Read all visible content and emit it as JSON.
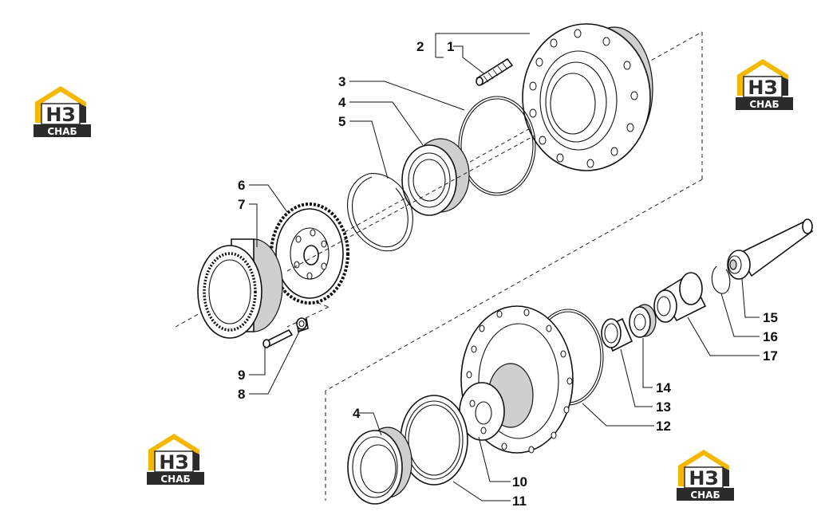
{
  "logo": {
    "mark": "НЗ",
    "caption": "СНАБ",
    "colors": {
      "accent": "#F5B800",
      "dark": "#2b2b2b",
      "plate": "#ffffff"
    }
  },
  "callouts": [
    "1",
    "2",
    "3",
    "4",
    "5",
    "6",
    "7",
    "8",
    "9",
    "10",
    "11",
    "12",
    "13",
    "14",
    "15",
    "16",
    "17",
    "4"
  ]
}
